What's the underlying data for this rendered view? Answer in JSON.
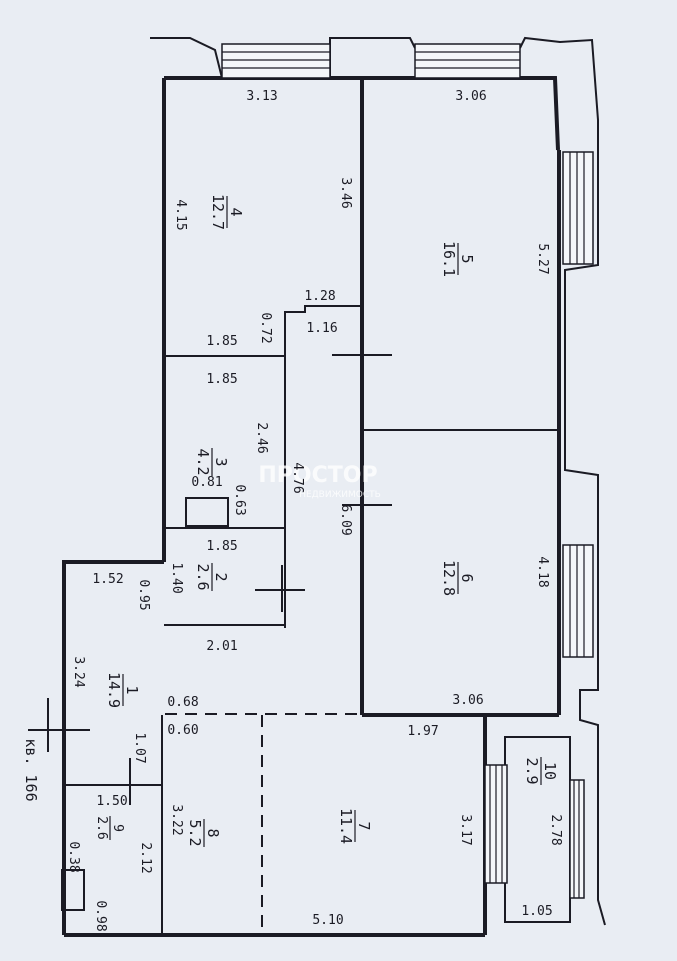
{
  "plan": {
    "apartment_label": "кв. 166",
    "watermark": {
      "main": "ПРОСТОР",
      "sub": "НЕДВИЖИМОСТЬ"
    },
    "rooms": [
      {
        "num": "1",
        "area": "14.9"
      },
      {
        "num": "2",
        "area": "2.6"
      },
      {
        "num": "3",
        "area": "4.2"
      },
      {
        "num": "4",
        "area": "12.7"
      },
      {
        "num": "5",
        "area": "16.1"
      },
      {
        "num": "6",
        "area": "12.8"
      },
      {
        "num": "7",
        "area": "11.4"
      },
      {
        "num": "8",
        "area": "5.2"
      },
      {
        "num": "9",
        "area": "2.6"
      },
      {
        "num": "10",
        "area": "2.9"
      }
    ],
    "dimensions": [
      "3.13",
      "3.06",
      "4.15",
      "3.46",
      "5.27",
      "1.28",
      "1.16",
      "1.85",
      "0.72",
      "1.85",
      "2.46",
      "4.76",
      "0.81",
      "0.63",
      "1.85",
      "1.40",
      "6.09",
      "4.18",
      "1.52",
      "0.95",
      "2.01",
      "3.24",
      "3.06",
      "0.68",
      "0.60",
      "1.97",
      "1.07",
      "1.50",
      "3.22",
      "2.12",
      "3.17",
      "2.78",
      "0.38",
      "0.98",
      "5.10",
      "1.05"
    ]
  }
}
